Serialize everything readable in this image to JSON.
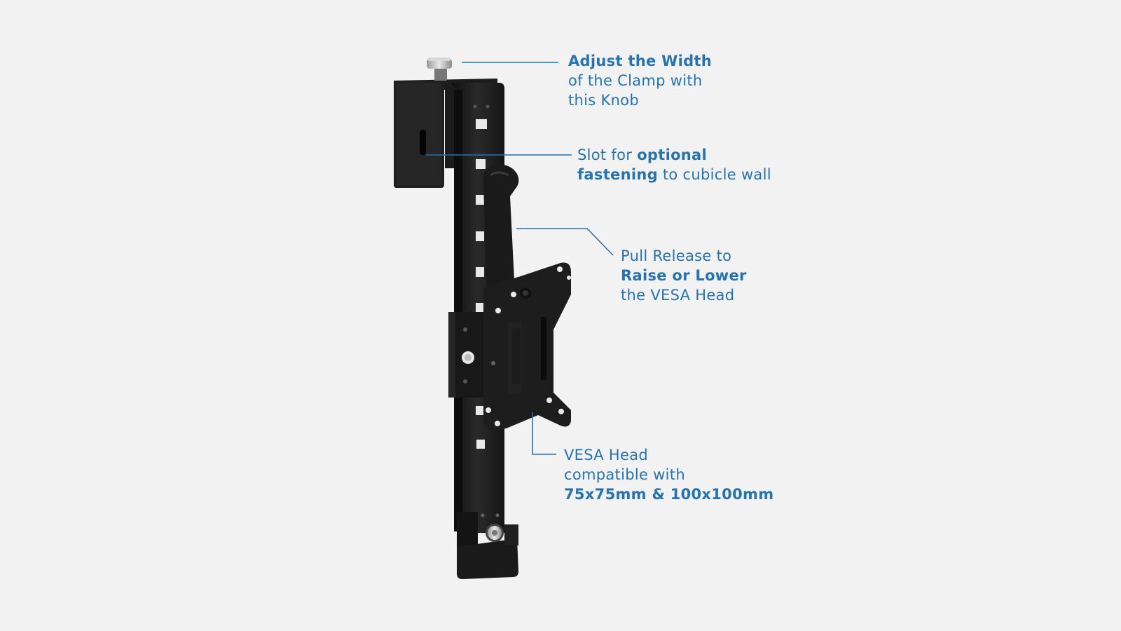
{
  "callouts": {
    "knob": {
      "line1_bold": "Adjust the Width",
      "line2": "of the Clamp with",
      "line3": "this Knob"
    },
    "slot": {
      "line1_pre": "Slot for ",
      "line1_bold": "optional",
      "line2_bold": "fastening",
      "line2_post": " to cubicle wall"
    },
    "release": {
      "line1": "Pull Release to",
      "line2_bold": "Raise or Lower",
      "line3": "the VESA Head"
    },
    "vesa": {
      "line1": "VESA Head",
      "line2": "compatible with",
      "line3_bold": "75x75mm & 100x100mm"
    }
  },
  "colors": {
    "background": "#f2f2f2",
    "accent": "#2773ad",
    "metal": "#1b1b1b"
  }
}
